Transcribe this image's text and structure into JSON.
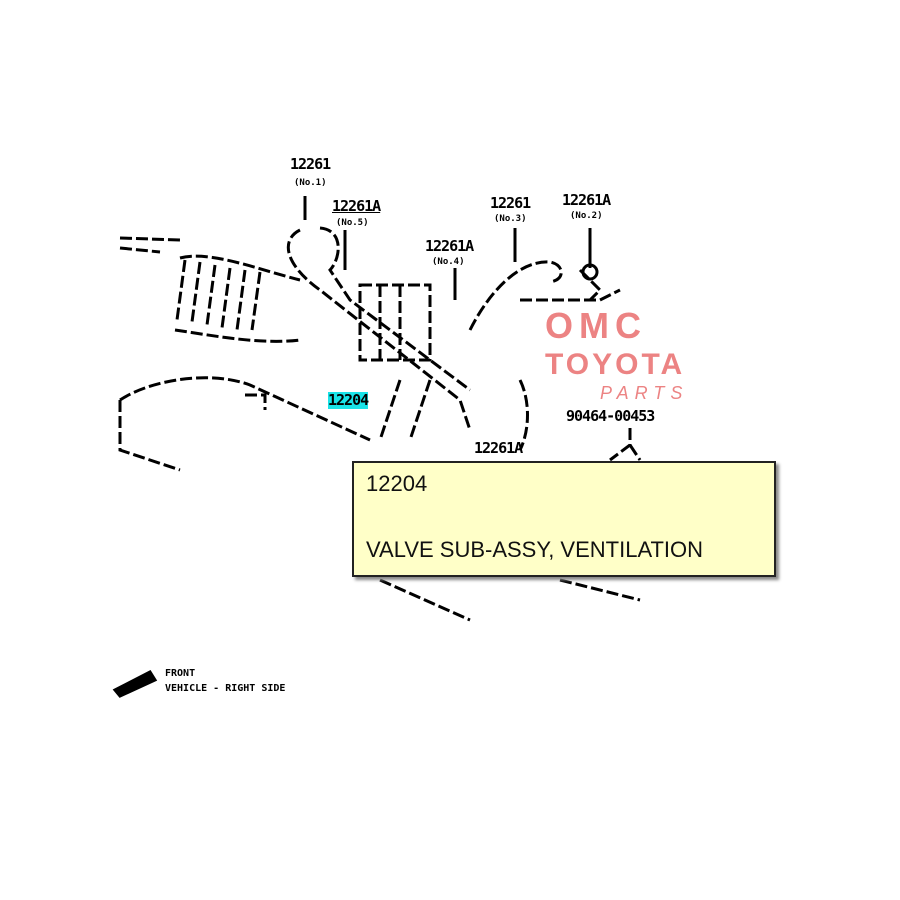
{
  "callouts": [
    {
      "part": "12261",
      "sub": "(No.1)"
    },
    {
      "part": "12261A",
      "sub": "(No.5)"
    },
    {
      "part": "12261A",
      "sub": "(No.4)"
    },
    {
      "part": "12261",
      "sub": "(No.3)"
    },
    {
      "part": "12261A",
      "sub": "(No.2)"
    },
    {
      "part": "12204"
    },
    {
      "part": "90464-00453"
    },
    {
      "part": "12261A"
    }
  ],
  "tooltip": {
    "code": "12204",
    "description": "VALVE SUB-ASSY, VENTILATION",
    "bg": "#ffffc8"
  },
  "watermark": {
    "line1": "OMC",
    "line2": "TOYOTA",
    "line3": "PARTS"
  },
  "legend": {
    "line1": "FRONT",
    "line2": "VEHICLE - RIGHT SIDE"
  },
  "highlight_color": "#19e3e8"
}
